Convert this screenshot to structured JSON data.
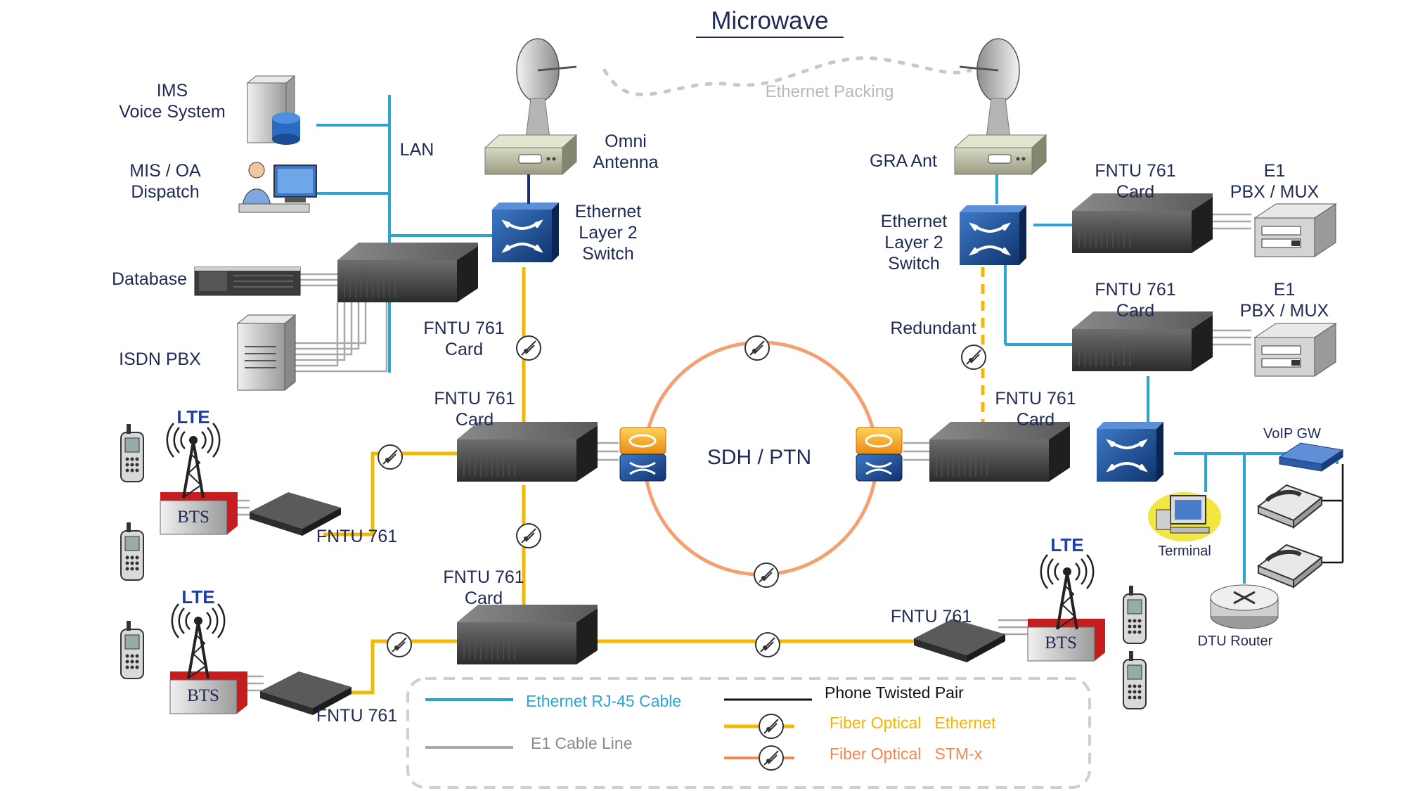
{
  "title": "Microwave",
  "ethernet_packing": "Ethernet Packing",
  "labels": {
    "ims_line1": "IMS",
    "ims_line2": "Voice System",
    "mis_line1": "MIS / OA",
    "mis_line2": "Dispatch",
    "lan": "LAN",
    "database": "Database",
    "isdn_pbx": "ISDN  PBX",
    "omni_line1": "Omni",
    "omni_line2": "Antenna",
    "switch_left_line1": "Ethernet",
    "switch_left_line2": "Layer 2",
    "switch_left_line3": "Switch",
    "gra_ant": "GRA  Ant",
    "switch_right_line1": "Ethernet",
    "switch_right_line2": "Layer 2",
    "switch_right_line3": "Switch",
    "redundant": "Redundant",
    "fntu_card": "FNTU 761",
    "card": "Card",
    "fntu": "FNTU 761",
    "e1": "E1",
    "pbx_mux": "PBX / MUX",
    "sdh_ptn": "SDH / PTN",
    "lte": "LTE",
    "bts": "BTS",
    "voip_gw": "VoIP GW",
    "terminal": "Terminal",
    "dtu_router": "DTU Router"
  },
  "legend": {
    "ethernet_rj45": "Ethernet RJ-45 Cable",
    "e1_cable": "E1  Cable Line",
    "phone_twisted_pair": "Phone Twisted Pair",
    "fiber_optical_1": "Fiber Optical",
    "fiber_ethernet": "Ethernet",
    "fiber_optical_2": "Fiber Optical",
    "fiber_stm": "STM-x"
  },
  "colors": {
    "ethernet": "#2aa5d6",
    "fiber_ethernet": "#f5b800",
    "fiber_stm": "#f4a070",
    "e1_line": "#a8a8a8",
    "text": "#1f2a55"
  }
}
